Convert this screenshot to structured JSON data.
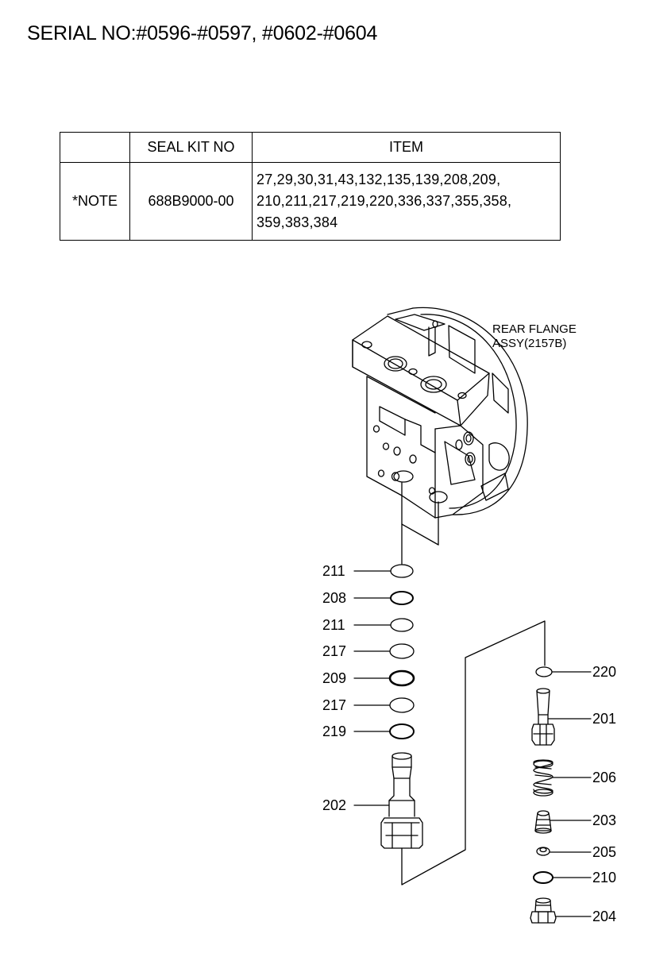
{
  "title": "SERIAL NO:#0596-#0597, #0602-#0604",
  "seal_table": {
    "headers": [
      "",
      "SEAL KIT NO",
      "ITEM"
    ],
    "row": {
      "note": "*NOTE",
      "kit_no": "688B9000-00",
      "items_lines": [
        "27,29,30,31,43,132,135,139,208,209,",
        "210,211,217,219,220,336,337,355,358,",
        "359,383,384"
      ]
    }
  },
  "assembly": {
    "label_line1": "REAR FLANGE",
    "label_line2": "ASSY(2157B)"
  },
  "parts_left": [
    "211",
    "208",
    "211",
    "217",
    "209",
    "217",
    "219",
    "202"
  ],
  "parts_right": [
    "220",
    "201",
    "206",
    "203",
    "205",
    "210",
    "204"
  ]
}
